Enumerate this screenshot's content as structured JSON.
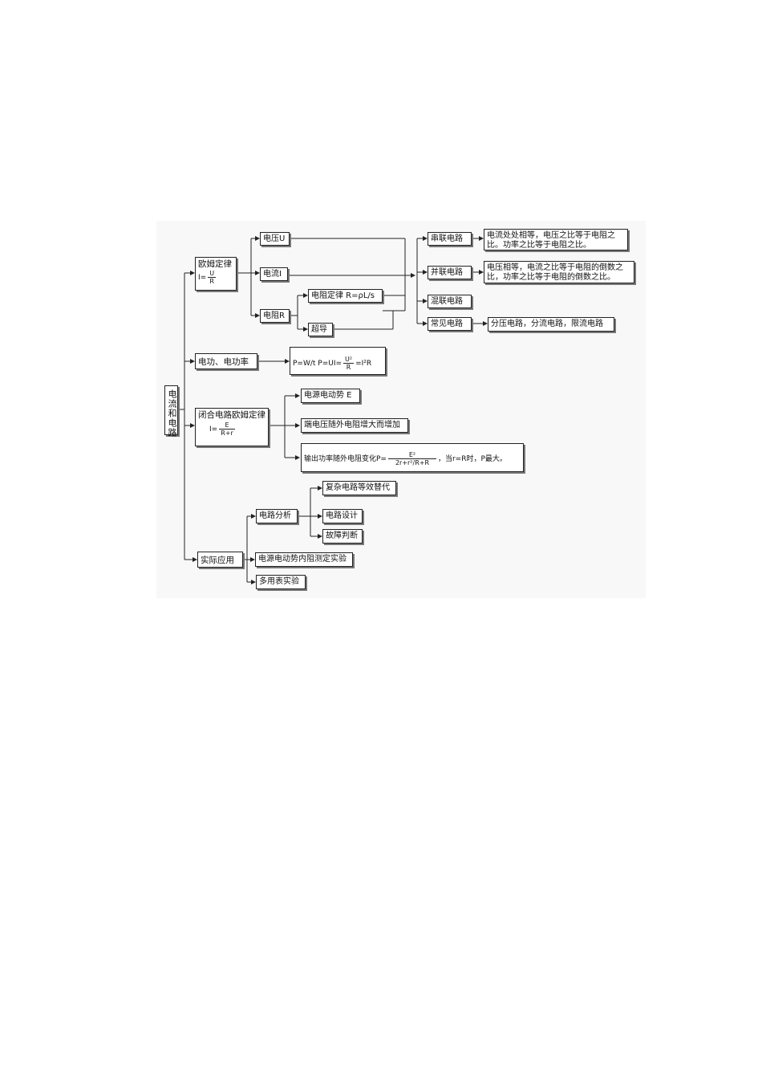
{
  "root": "电流和电路",
  "branches": {
    "ohm": {
      "title": "欧姆定律",
      "formula_lhs": "I=",
      "formula_num": "U",
      "formula_den": "R"
    },
    "power": {
      "title": "电功、电功率"
    },
    "closed": {
      "title": "闭合电路欧姆定律",
      "formula_lhs": "I=",
      "formula_num": "E",
      "formula_den": "R+r"
    },
    "application": {
      "title": "实际应用"
    }
  },
  "ohm_children": {
    "voltage": "电压U",
    "current": "电流I",
    "resistance": "电阻R",
    "resistance_law": "电阻定律  R=ρL/s",
    "superconduct": "超导"
  },
  "circuits": {
    "series": "串联电路",
    "parallel": "并联电路",
    "mixed": "混联电路",
    "common": "常见电路"
  },
  "circuit_notes": {
    "series": "电流处处相等，电压之比等于电阻之比。功率之比等于电阻之比。",
    "parallel": "电压相等，电流之比等于电阻的倒数之比，功率之比等于电阻的倒数之比。",
    "common": "分压电路，分流电路，限流电路"
  },
  "power_formula": {
    "part1": "P=W/t   P=UI=",
    "num": "U²",
    "den": "R",
    "part2": "=I²R"
  },
  "closed_children": {
    "emf": "电源电动势 E",
    "terminal": "端电压随外电阻增大而增加",
    "output_prefix": "输出功率随外电阻变化P=",
    "output_num": "E²",
    "output_den": "2r+r²/R+R",
    "output_suffix": "，当r=R时，P最大。"
  },
  "application_children": {
    "analysis": "电路分析",
    "equivalent": "复杂电路等效替代",
    "design": "电路设计",
    "fault": "故障判断",
    "emf_experiment": "电源电动势内阻测定实验",
    "multimeter": "多用表实验"
  }
}
